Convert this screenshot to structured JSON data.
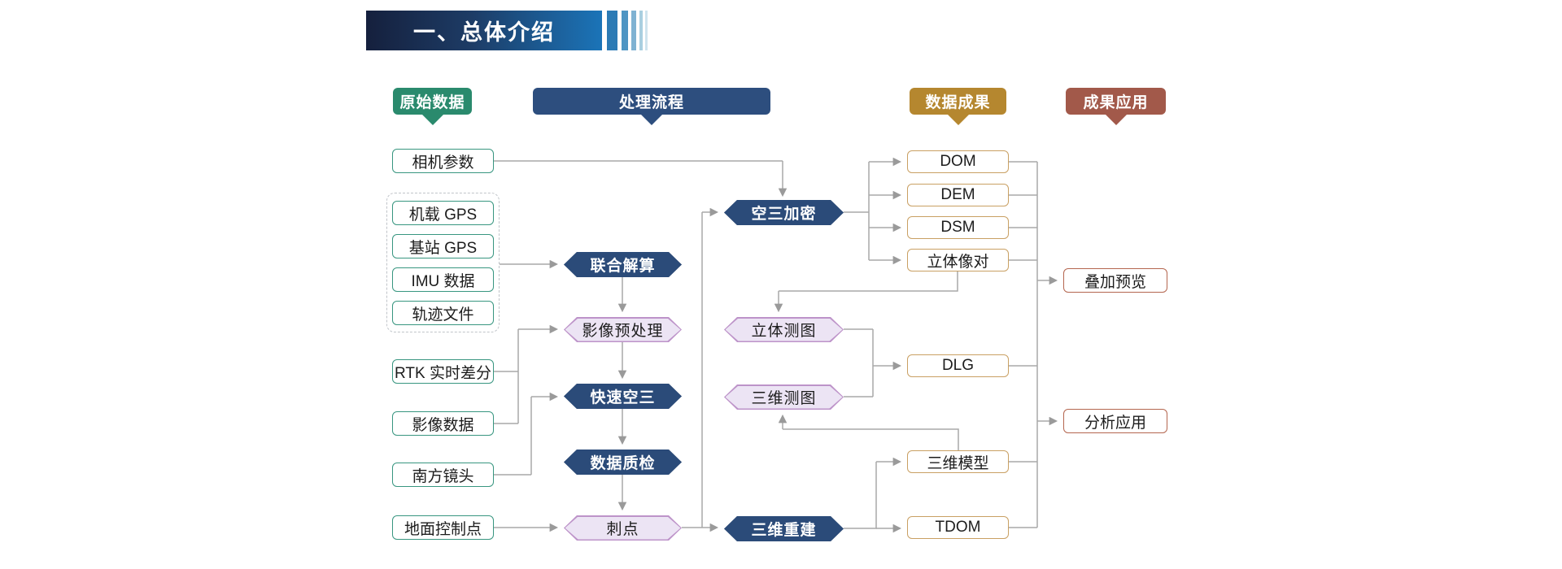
{
  "banner": {
    "title": "一、总体介绍"
  },
  "columns": {
    "raw_data": {
      "label": "原始数据",
      "color": "#2a8a6d"
    },
    "process": {
      "label": "处理流程",
      "color": "#2d4e7e"
    },
    "results": {
      "label": "数据成果",
      "color": "#b5872f"
    },
    "applications": {
      "label": "成果应用",
      "color": "#a2594a"
    }
  },
  "nodes": {
    "camera_params": {
      "label": "相机参数"
    },
    "airborne_gps": {
      "label": "机载 GPS"
    },
    "base_gps": {
      "label": "基站 GPS"
    },
    "imu_data": {
      "label": "IMU 数据"
    },
    "track_file": {
      "label": "轨迹文件"
    },
    "rtk": {
      "label": "RTK 实时差分"
    },
    "image_data": {
      "label": "影像数据"
    },
    "south_lens": {
      "label": "南方镜头"
    },
    "gcp": {
      "label": "地面控制点"
    },
    "joint_solution": {
      "label": "联合解算"
    },
    "image_preprocess": {
      "label": "影像预处理"
    },
    "fast_at": {
      "label": "快速空三"
    },
    "data_qc": {
      "label": "数据质检"
    },
    "point_pricking": {
      "label": "刺点"
    },
    "at_densification": {
      "label": "空三加密"
    },
    "stereo_mapping": {
      "label": "立体测图"
    },
    "mapping_3d": {
      "label": "三维测图"
    },
    "reconstruction_3d": {
      "label": "三维重建"
    },
    "dom": {
      "label": "DOM"
    },
    "dem": {
      "label": "DEM"
    },
    "dsm": {
      "label": "DSM"
    },
    "stereo_pair": {
      "label": "立体像对"
    },
    "dlg": {
      "label": "DLG"
    },
    "model_3d": {
      "label": "三维模型"
    },
    "tdom": {
      "label": "TDOM"
    },
    "overlay_preview": {
      "label": "叠加预览"
    },
    "analysis_app": {
      "label": "分析应用"
    }
  },
  "colors": {
    "banner_gradient_start": "#15203d",
    "banner_gradient_end": "#1b74b8",
    "teal_box_border": "#389680",
    "gold_box_border": "#c9a063",
    "red_box_border": "#b4664f",
    "hex_dark_fill": "#2b4b79",
    "hex_light_fill": "#ece4f4",
    "hex_light_border": "#bd93c9",
    "connector": "#a6a6a6"
  }
}
